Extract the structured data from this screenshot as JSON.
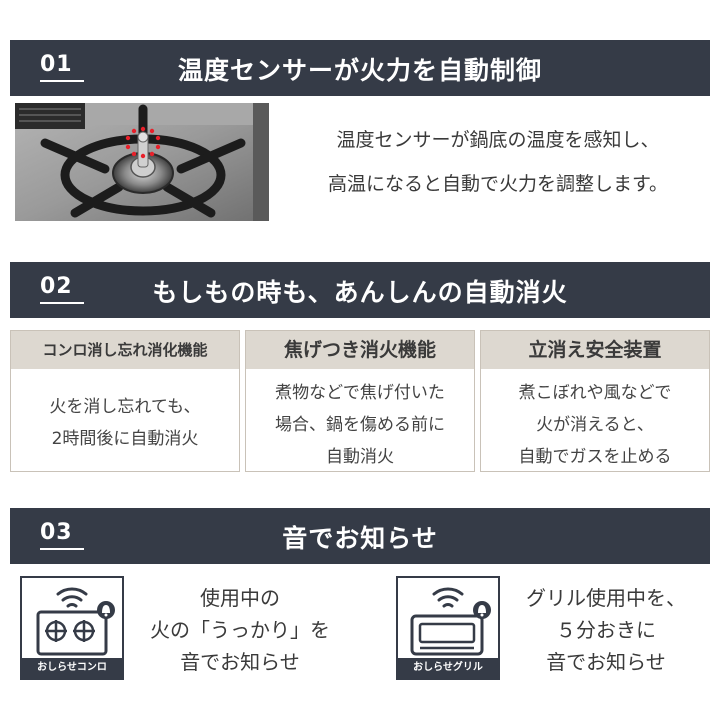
{
  "section1": {
    "number": "01",
    "title": "温度センサーが火力を自動制御",
    "desc_line1": "温度センサーが鍋底の温度を感知し、",
    "desc_line2": "高温になると自動で火力を調整します。"
  },
  "section2": {
    "number": "02",
    "title": "もしもの時も、あんしんの自動消火",
    "features": [
      {
        "title": "コンロ消し忘れ消化機能",
        "line1": "火を消し忘れても、",
        "line2": "2時間後に自動消火",
        "line3": ""
      },
      {
        "title": "焦げつき消火機能",
        "line1": "煮物などで焦げ付いた",
        "line2": "場合、鍋を傷める前に",
        "line3": "自動消火"
      },
      {
        "title": "立消え安全装置",
        "line1": "煮こぼれや風などで",
        "line2": "火が消えると、",
        "line3": "自動でガスを止める"
      }
    ]
  },
  "section3": {
    "number": "03",
    "title": "音でお知らせ",
    "items": [
      {
        "caption": "おしらせコンロ",
        "line1": "使用中の",
        "line2": "火の「うっかり」を",
        "line3": "音でお知らせ"
      },
      {
        "caption": "おしらせグリル",
        "line1": "グリル使用中を、",
        "line2": "５分おきに",
        "line3": "音でお知らせ"
      }
    ]
  },
  "colors": {
    "banner": "#353b47",
    "feature_header": "#ddd8d0",
    "sensor_dots": "#e8202a"
  },
  "icons": {
    "stove_photo": "gas-stove-burner-photo",
    "konro_icon": "stove-sound-icon",
    "grill_icon": "grill-sound-icon",
    "bell": "bell-icon"
  }
}
